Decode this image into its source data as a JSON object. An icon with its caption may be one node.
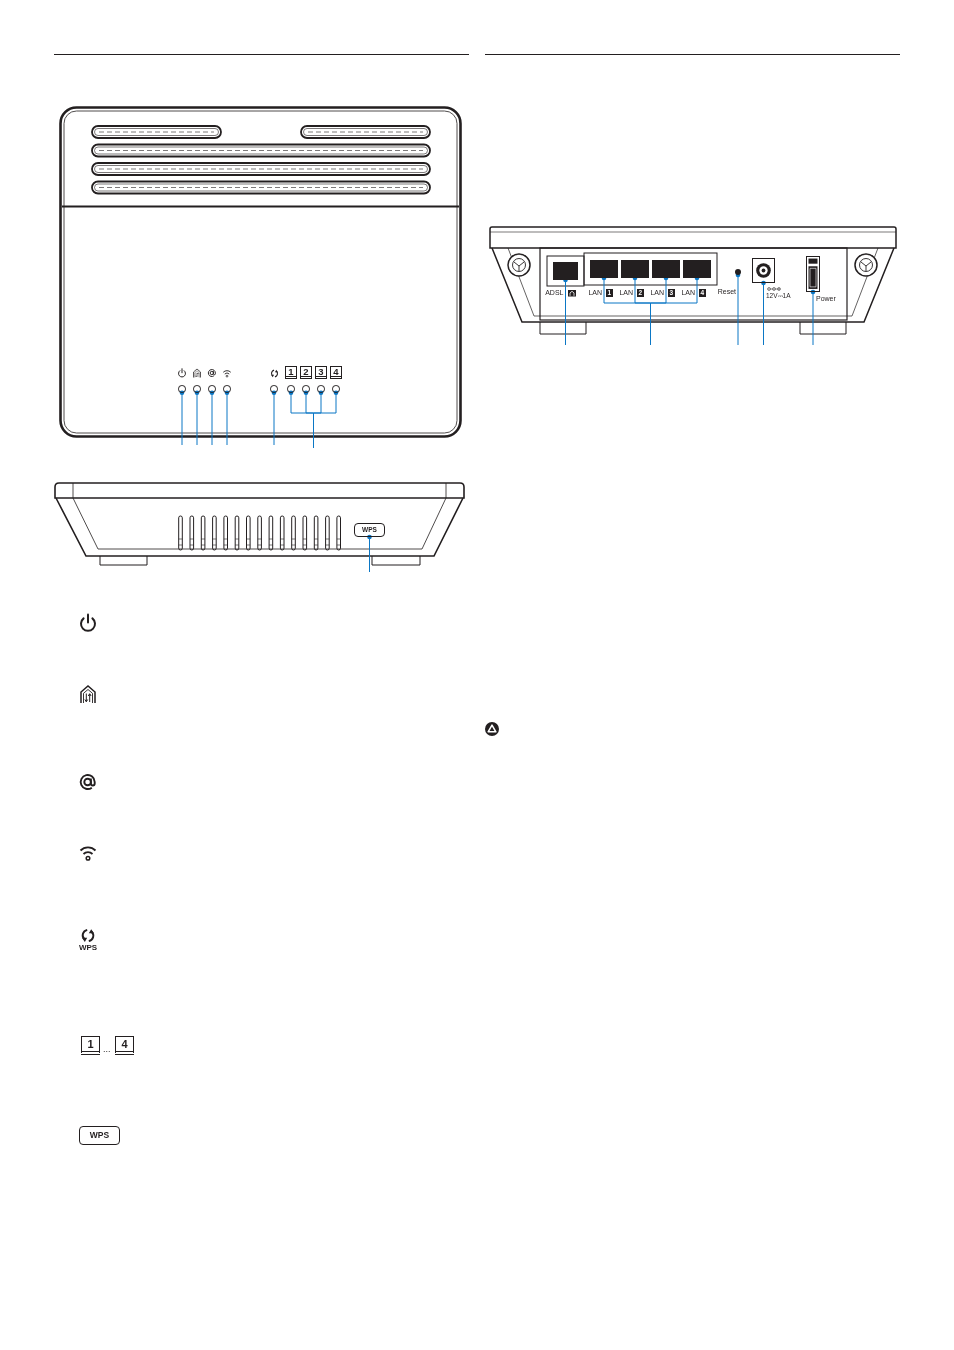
{
  "diagram": {
    "nodes": [
      {
        "text": [
          "1"
        ]
      },
      {
        "text": [
          "2"
        ]
      },
      {
        "text": [
          "3"
        ]
      },
      {
        "text": [
          "4"
        ]
      },
      {
        "text": [],
        "shape": "circle"
      },
      {
        "text": [],
        "shape": "circle"
      },
      {
        "text": [],
        "shape": "circle"
      },
      {
        "text": [],
        "shape": "circle"
      },
      {
        "text": [],
        "shape": "circle"
      },
      {
        "text": [],
        "shape": "circle"
      },
      {
        "text": [],
        "shape": "circle"
      },
      {
        "text": [],
        "shape": "circle"
      },
      {
        "text": [],
        "shape": "circle"
      },
      {
        "text": [
          "WPS"
        ]
      },
      {
        "text": [
          "1"
        ]
      },
      {
        "text": [
          "4"
        ]
      },
      {
        "text": [
          "WPS"
        ]
      },
      {
        "text": [],
        "shape": "box",
        "beside": [
          "ADSL"
        ]
      },
      {
        "text": [],
        "shape": "box",
        "beside": [
          "LAN",
          "1"
        ]
      },
      {
        "text": [],
        "shape": "box",
        "beside": [
          "LAN",
          "2"
        ]
      },
      {
        "text": [],
        "shape": "box",
        "beside": [
          "LAN",
          "3"
        ]
      },
      {
        "text": [],
        "shape": "box",
        "beside": [
          "LAN",
          "4"
        ]
      },
      {
        "text": [],
        "shape": "circle",
        "beside": [
          "Reset"
        ]
      },
      {
        "text": [],
        "shape": "box",
        "beside": [
          "12V⎓1A"
        ]
      },
      {
        "text": [],
        "shape": "box",
        "beside": [
          "Power"
        ]
      }
    ],
    "edges": [
      {
        "from": null,
        "to": 4,
        "arrow": "other"
      },
      {
        "from": null,
        "to": 5,
        "arrow": "other"
      },
      {
        "from": null,
        "to": 6,
        "arrow": "other"
      },
      {
        "from": null,
        "to": 7,
        "arrow": "other"
      },
      {
        "from": null,
        "to": 8,
        "arrow": "other"
      },
      {
        "from": null,
        "to": 9,
        "arrow": "other"
      },
      {
        "from": null,
        "to": 10,
        "arrow": "other"
      },
      {
        "from": null,
        "to": 11,
        "arrow": "other"
      },
      {
        "from": null,
        "to": 12,
        "arrow": "other"
      },
      {
        "from": null,
        "to": 13,
        "arrow": "other"
      },
      {
        "from": null,
        "to": 17,
        "arrow": "other"
      },
      {
        "from": null,
        "to": 18,
        "arrow": "other"
      },
      {
        "from": null,
        "to": 19,
        "arrow": "other"
      },
      {
        "from": null,
        "to": 20,
        "arrow": "other"
      },
      {
        "from": null,
        "to": 21,
        "arrow": "other"
      },
      {
        "from": null,
        "to": 22,
        "arrow": "other"
      },
      {
        "from": null,
        "to": 23,
        "arrow": "other"
      },
      {
        "from": null,
        "to": 24,
        "arrow": "other"
      }
    ],
    "labels": [
      "WPS",
      "..."
    ]
  }
}
